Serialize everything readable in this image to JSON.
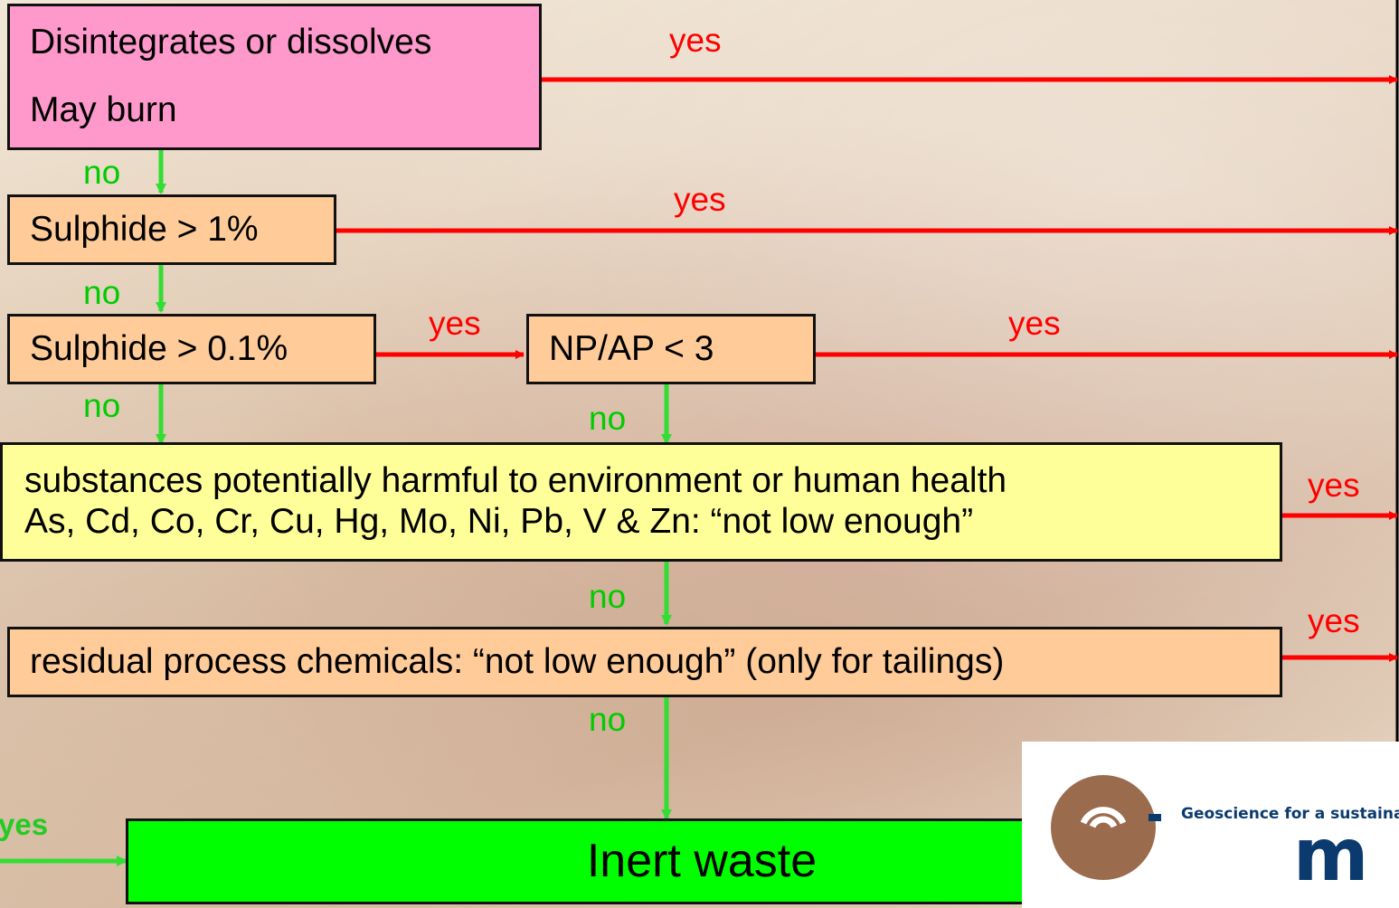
{
  "colors": {
    "pink_box": "#ff99cc",
    "peach_box": "#ffcc99",
    "yellow_box": "#ffff99",
    "green_box": "#00ff00",
    "yes_arrow": "#ff0000",
    "no_arrow": "#33dd33"
  },
  "boxes": {
    "disintegrates": "Disintegrates or dissolves",
    "may_burn": "May burn",
    "sulphide_1": "Sulphide > 1%",
    "sulphide_01": "Sulphide > 0.1%",
    "npap": "NP/AP < 3",
    "harmful_line1": "substances potentially harmful to environment or human health",
    "harmful_line2": "As, Cd, Co, Cr, Cu, Hg, Mo, Ni, Pb, V & Zn: “not low enough”",
    "residual": "residual process chemicals: “not low enough” (only for tailings)",
    "inert": "Inert waste"
  },
  "labels": {
    "yes": "yes",
    "no": "no"
  },
  "logo": {
    "tagline": "Geoscience for a sustainable",
    "letters": "m"
  }
}
